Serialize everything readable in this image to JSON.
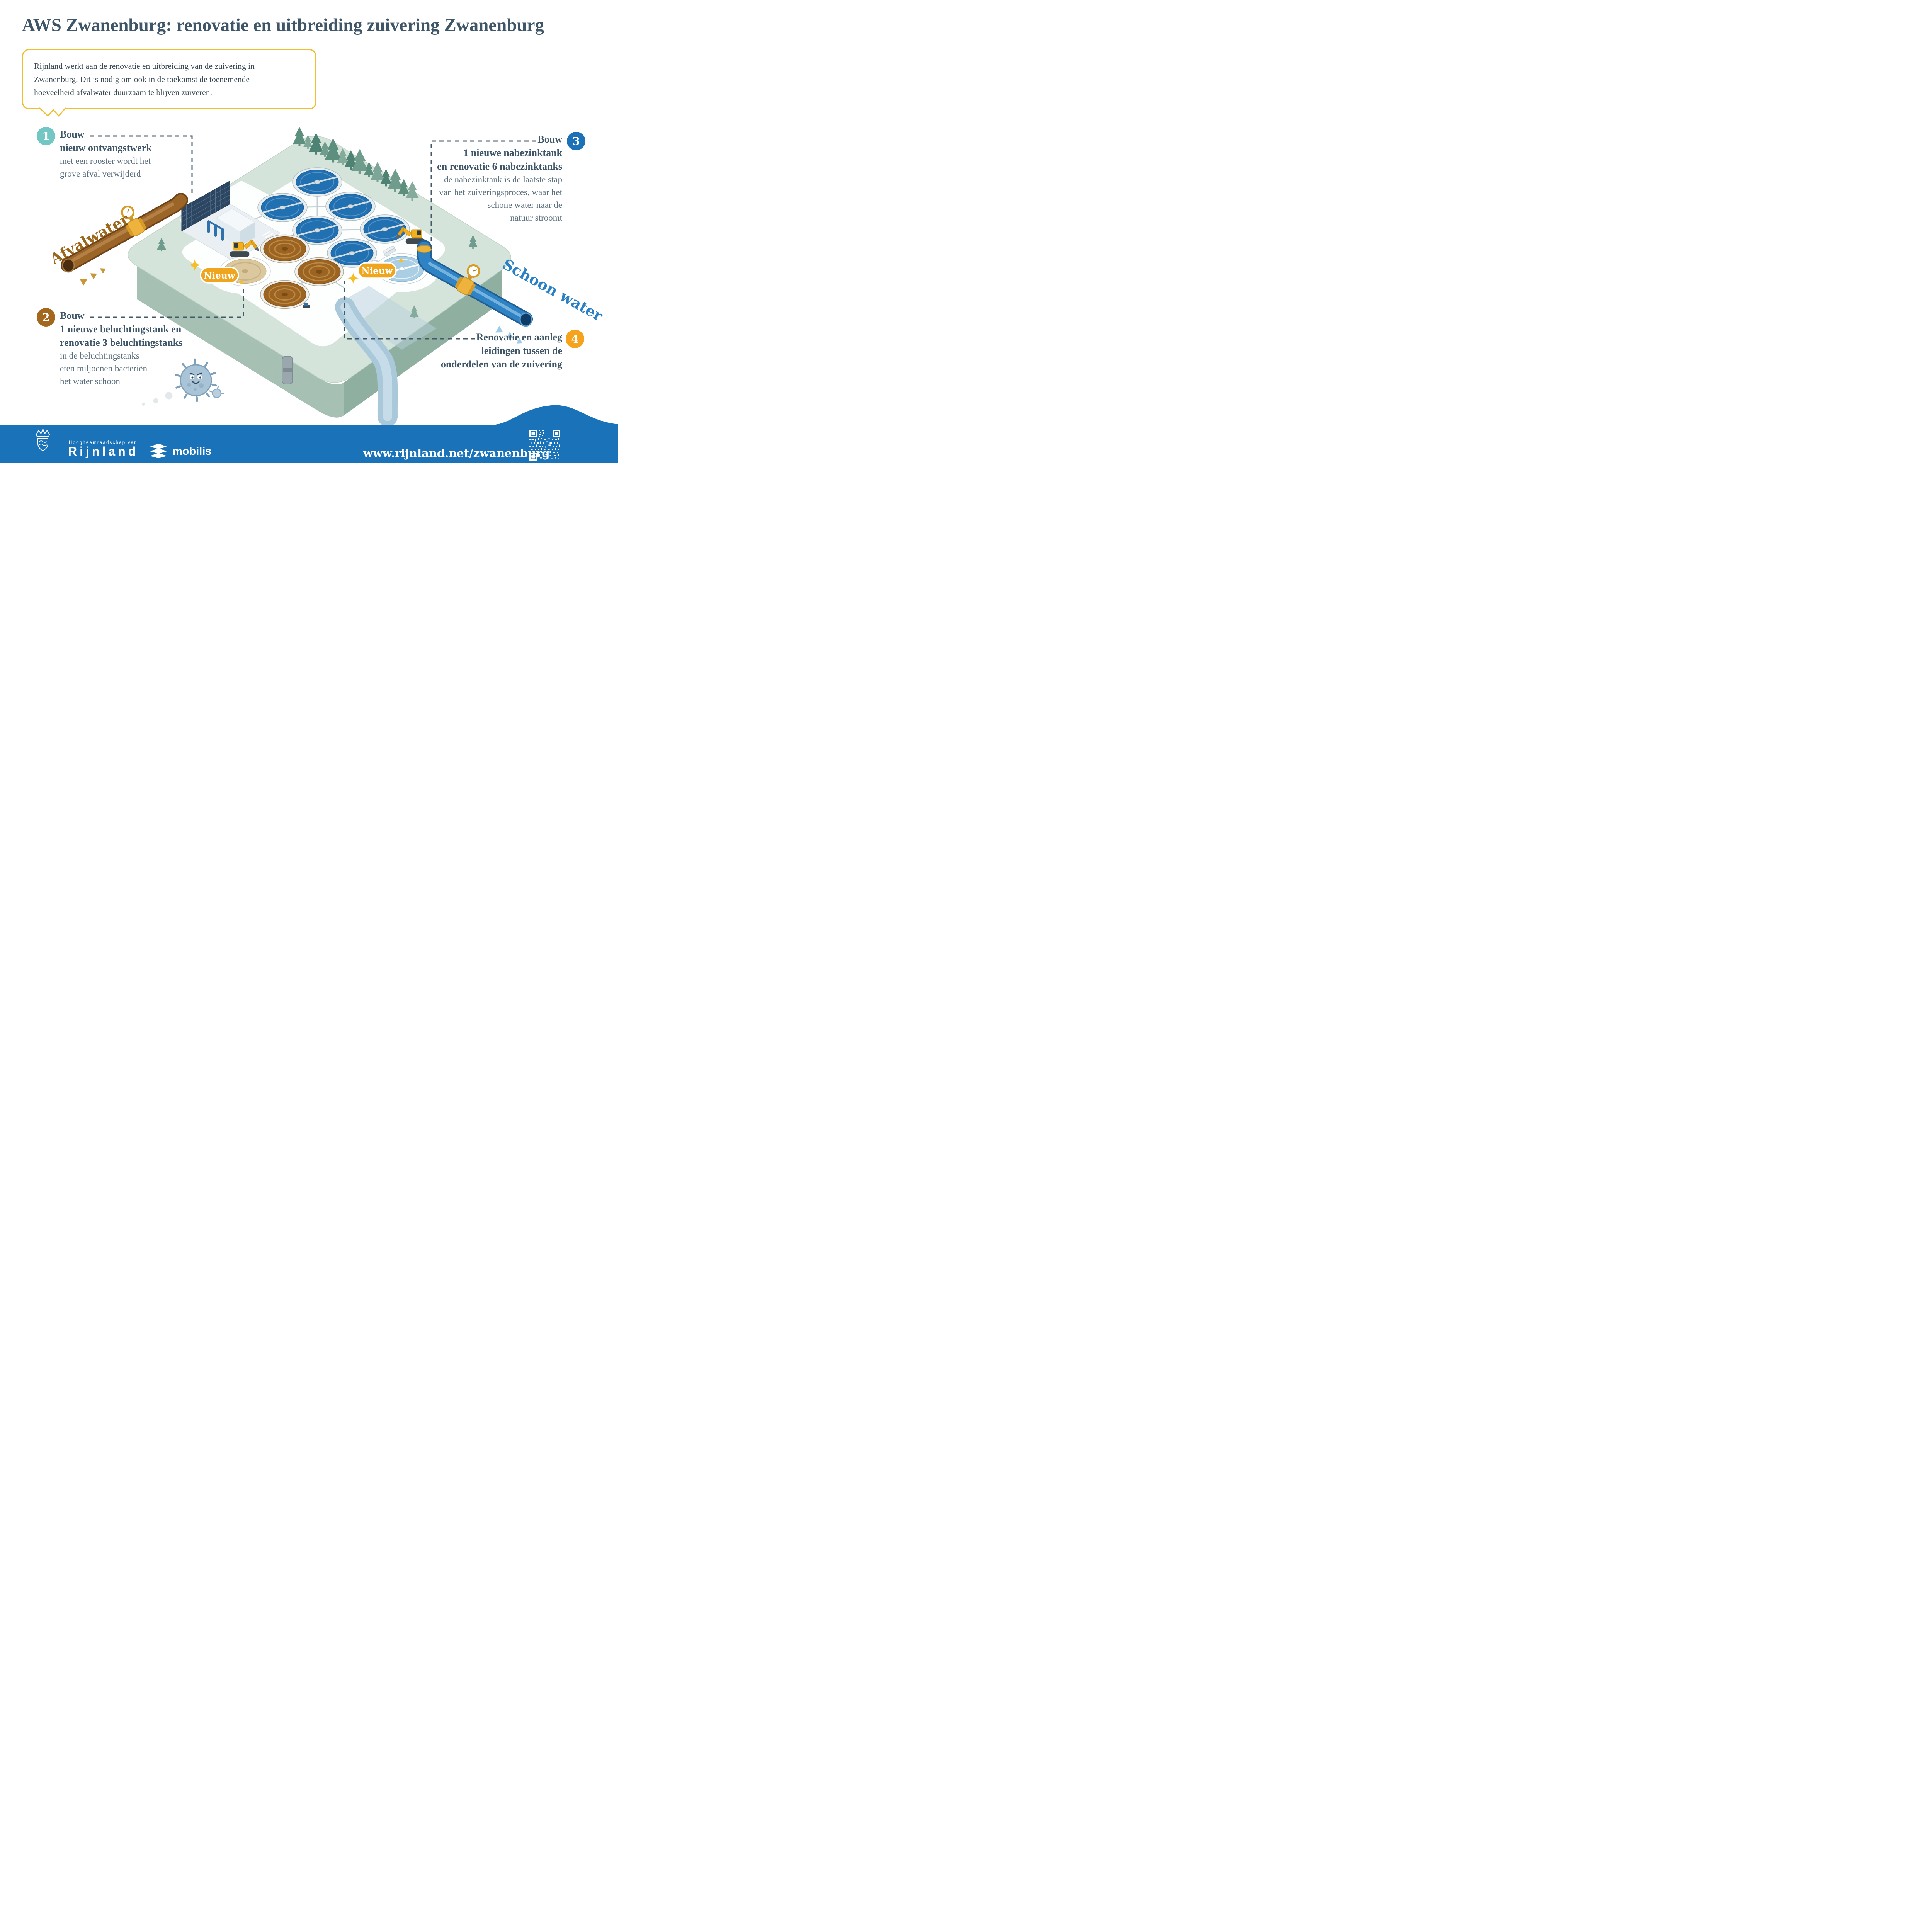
{
  "colors": {
    "accent_yellow": "#f0bf2e",
    "title_slate": "#3e5668",
    "callout_teal": "#72c6c3",
    "callout_brown": "#a3671e",
    "callout_blue": "#1d72b7",
    "callout_orange": "#f5a31c",
    "footer_blue": "#1a73b8",
    "tank_blue": "#2070b2",
    "tank_brown": "#9c6422",
    "pipe_brown": "#9a6527",
    "pipe_blue": "#2f82c3",
    "platform_green": "#d5e4da"
  },
  "header": {
    "title": "AWS Zwanenburg: renovatie en uitbreiding zuivering Zwanenburg"
  },
  "intro": {
    "lines": [
      "Rijnland werkt aan de renovatie en uitbreiding van de zuivering in",
      "Zwanenburg. Dit is nodig om ook in de toekomst de toenemende",
      "hoeveelheid afvalwater duurzaam te blijven zuiveren."
    ]
  },
  "callouts": [
    {
      "number": "1",
      "title_lines": [
        "Bouw",
        "nieuw ontvangstwerk"
      ],
      "body_lines": [
        "met een rooster wordt het",
        "grove afval verwijderd"
      ]
    },
    {
      "number": "2",
      "title_lines": [
        "Bouw",
        "1 nieuwe beluchtingstank en",
        "renovatie 3 beluchtingstanks"
      ],
      "body_lines": [
        "in de beluchtingstanks",
        "eten miljoenen bacteriën",
        "het water schoon"
      ]
    },
    {
      "number": "3",
      "title_lines": [
        "Bouw",
        "1 nieuwe nabezinktank",
        "en renovatie 6 nabezinktanks"
      ],
      "body_lines": [
        "de nabezinktank is de laatste stap",
        "van het zuiveringsproces, waar het",
        "schone water naar de",
        "natuur stroomt"
      ]
    },
    {
      "number": "4",
      "title_lines": [
        "Renovatie en aanleg",
        "leidingen tussen de",
        "onderdelen van de zuivering"
      ],
      "body_lines": []
    }
  ],
  "diagram": {
    "afvalwater_label": "Afvalwater",
    "schoon_water_label": "Schoon water",
    "nieuw_label": "Nieuw"
  },
  "footer": {
    "org_prefix": "Hoogheemraadschap van",
    "org_name": "Rijnland",
    "partner_name": "mobilis",
    "url": "www.rijnland.net/zwanenburg"
  }
}
